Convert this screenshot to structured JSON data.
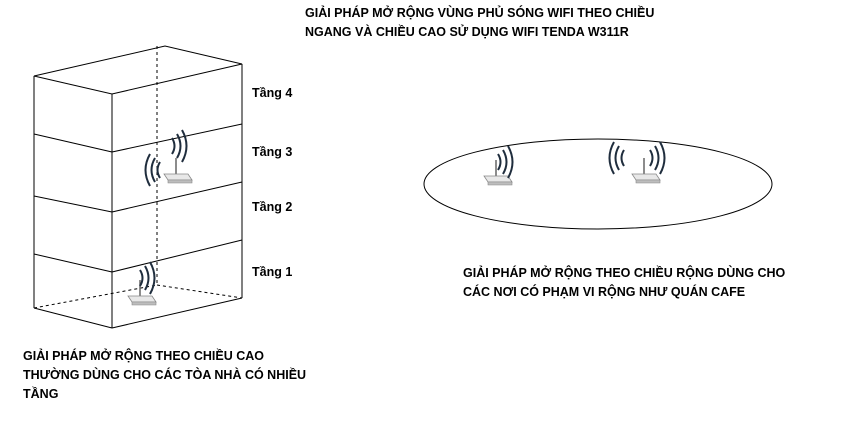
{
  "title": "GIẢI PHÁP MỞ RỘNG VÙNG PHỦ SÓNG WIFI THEO CHIỀU\nNGANG VÀ CHIỀU CAO SỬ DỤNG WIFI TENDA W311R",
  "building": {
    "floors": [
      "Tầng 4",
      "Tầng 3",
      "Tầng 2",
      "Tầng 1"
    ]
  },
  "vertical_caption": "GIẢI PHÁP MỞ RỘNG THEO CHIỀU CAO\nTHƯỜNG DÙNG CHO CÁC TÒA NHÀ CÓ NHIỀU\nTẦNG",
  "horizontal_caption": "GIẢI PHÁP MỞ RỘNG THEO CHIỀU RỘNG DÙNG CHO\nCÁC NƠI CÓ PHẠM VI RỘNG NHƯ QUÁN CAFE",
  "colors": {
    "line": "#000000",
    "signal": "#1f2d3d",
    "router": "#d8d8d8"
  },
  "icons": [
    "router-icon",
    "wifi-signal-icon"
  ]
}
